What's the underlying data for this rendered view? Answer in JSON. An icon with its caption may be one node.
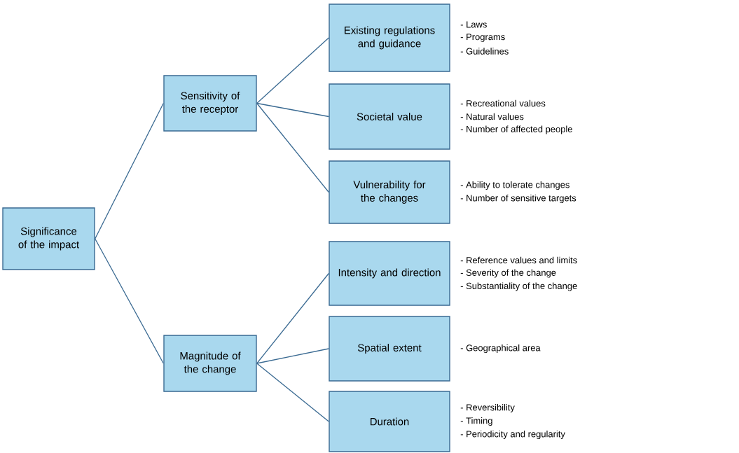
{
  "diagram": {
    "nodes": [
      {
        "text": [
          "Significance of the impact"
        ]
      },
      {
        "text": [
          "Sensitivity of the receptor"
        ]
      },
      {
        "text": [
          "Magnitude of the change"
        ]
      },
      {
        "text": [
          "Existing regulations and guidance"
        ],
        "beside": [
          "- Laws",
          "- Programs",
          "- Guidelines"
        ]
      },
      {
        "text": [
          "Societal value"
        ],
        "beside": [
          "- Recreational values",
          "- Natural values",
          "- Number of affected people"
        ]
      },
      {
        "text": [
          "Vulnerability for the changes"
        ],
        "beside": [
          "- Ability to tolerate changes",
          "- Number of sensitive targets"
        ]
      },
      {
        "text": [
          "Intensity and direction"
        ],
        "beside": [
          "- Reference values and limits",
          "- Severity of the change",
          "- Substantiality of the change"
        ]
      },
      {
        "text": [
          "Spatial extent"
        ],
        "beside": [
          "- Geographical area"
        ]
      },
      {
        "text": [
          "Duration"
        ],
        "beside": [
          "- Reversibility",
          "- Timing",
          "- Periodicity and regularity"
        ]
      }
    ],
    "edges": [
      {
        "from": 0,
        "to": 1,
        "arrow": "none"
      },
      {
        "from": 0,
        "to": 2,
        "arrow": "none"
      },
      {
        "from": 1,
        "to": 3,
        "arrow": "none"
      },
      {
        "from": 1,
        "to": 4,
        "arrow": "none"
      },
      {
        "from": 1,
        "to": 5,
        "arrow": "none"
      },
      {
        "from": 2,
        "to": 6,
        "arrow": "none"
      },
      {
        "from": 2,
        "to": 7,
        "arrow": "none"
      },
      {
        "from": 2,
        "to": 8,
        "arrow": "none"
      }
    ]
  }
}
